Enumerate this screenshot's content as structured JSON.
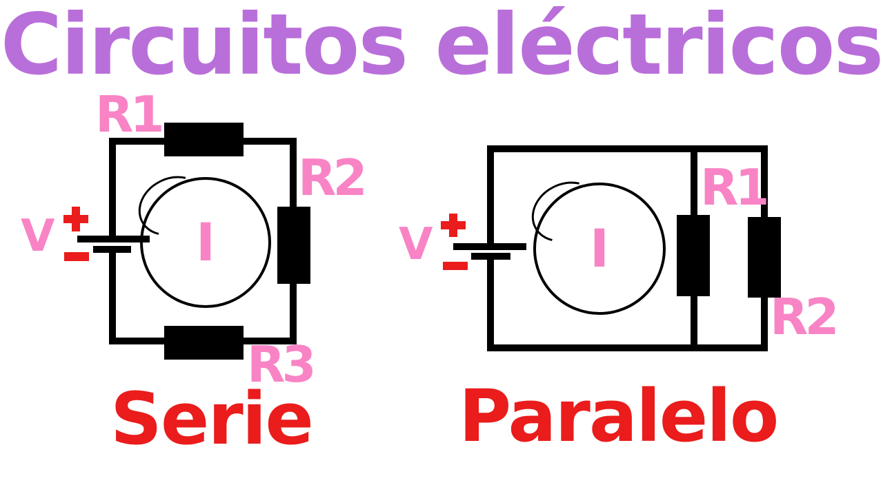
{
  "title": {
    "text": "Circuitos eléctricos"
  },
  "colors": {
    "title_purple": "#b96fd9",
    "label_pink": "#f884c5",
    "accent_red": "#ea1c1c",
    "wire_black": "#000000",
    "background": "#ffffff"
  },
  "serie": {
    "caption": "Serie",
    "voltage_label": "V",
    "polarity": {
      "positive": "+",
      "negative": "−"
    },
    "current_label": "I",
    "resistor_labels": {
      "r1": "R1",
      "r2": "R2",
      "r3": "R3"
    }
  },
  "paralelo": {
    "caption": "Paralelo",
    "voltage_label": "V",
    "polarity": {
      "positive": "+",
      "negative": "−"
    },
    "current_label": "I",
    "resistor_labels": {
      "r1": "R1",
      "r2": "R2"
    }
  }
}
